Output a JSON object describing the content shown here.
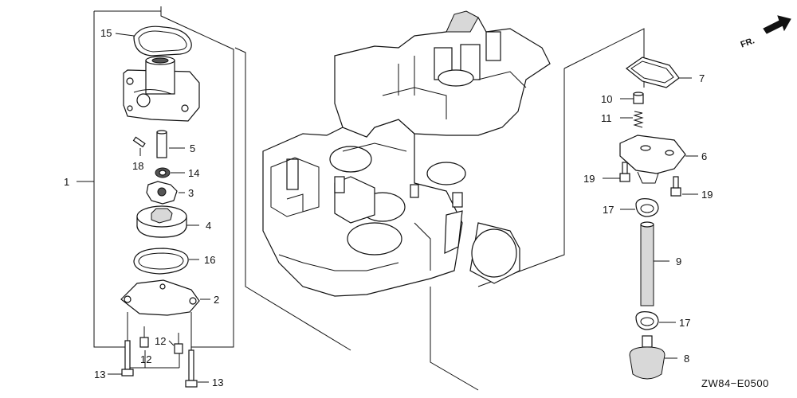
{
  "diagram_code": "ZW84−E0500",
  "direction_label": "FR.",
  "callouts": {
    "c1": "1",
    "c2": "2",
    "c3": "3",
    "c4": "4",
    "c5": "5",
    "c6": "6",
    "c7": "7",
    "c8": "8",
    "c9": "9",
    "c10": "10",
    "c11": "11",
    "c12a": "12",
    "c12b": "12",
    "c13a": "13",
    "c13b": "13",
    "c14": "14",
    "c15": "15",
    "c16": "16",
    "c17a": "17",
    "c17b": "17",
    "c18": "18",
    "c19a": "19",
    "c19b": "19"
  }
}
